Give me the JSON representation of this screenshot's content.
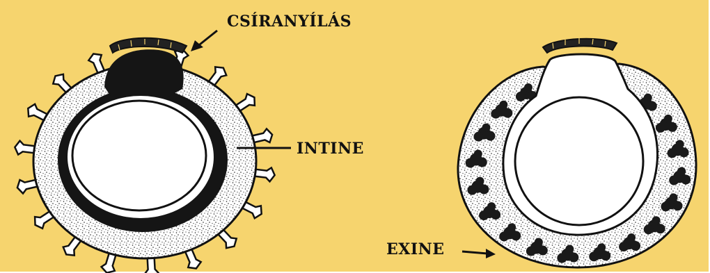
{
  "colors": {
    "background": "#f6d46e",
    "ink": "#111111",
    "cell": "#ffffff"
  },
  "labels": {
    "germ_pore": "CSÍRANYÍLÁS",
    "intine": "INTINE",
    "exine": "EXINE"
  }
}
